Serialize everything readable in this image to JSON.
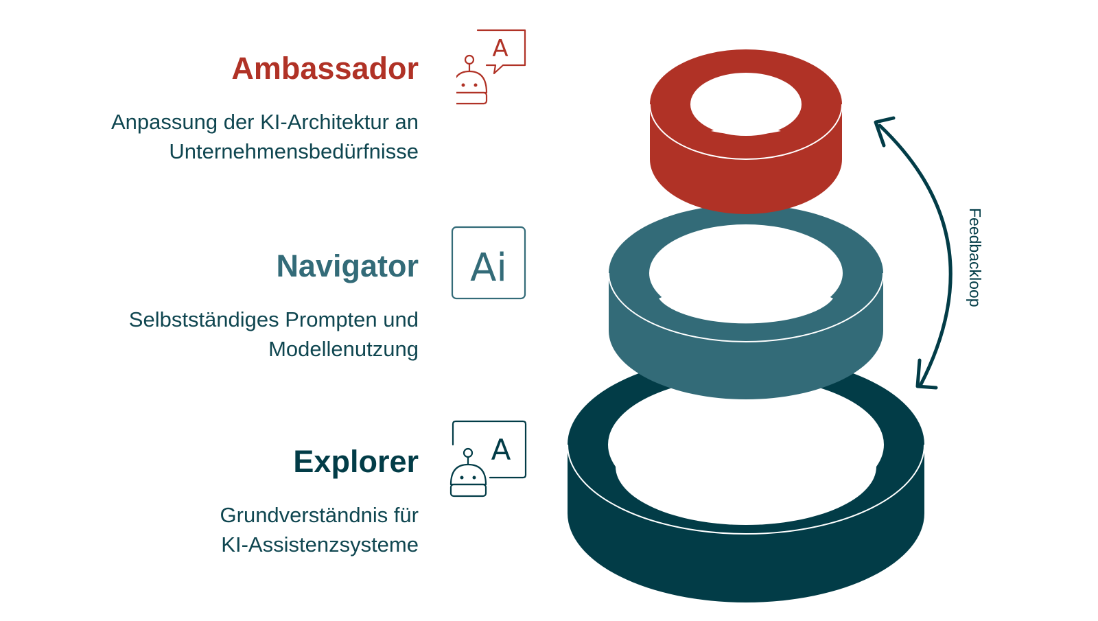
{
  "levels": [
    {
      "title": "Ambassador",
      "description_lines": [
        "Anpassung der KI-Architektur an",
        "Unternehmensbedürfnisse"
      ],
      "color": "#b03226",
      "icon": "robot-chat-bubble-icon"
    },
    {
      "title": "Navigator",
      "description_lines": [
        "Selbstständiges Prompten und",
        "Modellenutzung"
      ],
      "color": "#336b78",
      "icon": "ai-square-icon"
    },
    {
      "title": "Explorer",
      "description_lines": [
        "Grundverständnis für",
        "KI-Assistenzsysteme"
      ],
      "color": "#023c47",
      "icon": "robot-display-icon"
    }
  ],
  "feedback_label": "Feedbackloop",
  "icon_glyphs": {
    "letter": "A",
    "ai": "Ai"
  },
  "colors": {
    "arrow": "#023c47",
    "ring_outline": "#ffffff"
  }
}
